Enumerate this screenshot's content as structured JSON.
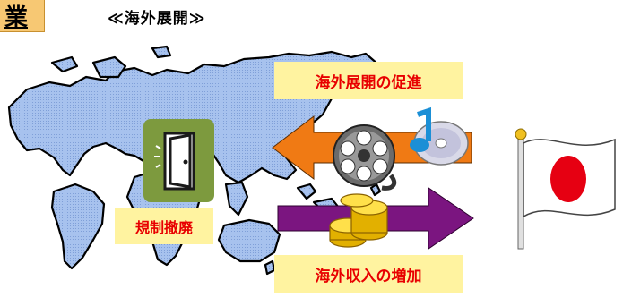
{
  "header": {
    "corner_char": "業",
    "title": "≪海外展開≫"
  },
  "labels": {
    "promotion": "海外展開の促進",
    "deregulation": "規制撤廃",
    "income_increase": "海外収入の増加"
  },
  "icons": {
    "map": "world-map-icon",
    "door": "door-icon",
    "film": "film-reel-icon",
    "cd": "cd-music-icon",
    "coins": "gold-coins-icon",
    "flag": "japan-flag-icon"
  },
  "colors": {
    "map_fill": "#a7c2ee",
    "map_outline": "#000000",
    "inbound_arrow": "#f07a14",
    "outbound_arrow": "#7b1580",
    "label_text": "#e80000",
    "label_bg": "#fff3a0",
    "door_tile": "#7d9a3e",
    "flag_red": "#e60012"
  }
}
